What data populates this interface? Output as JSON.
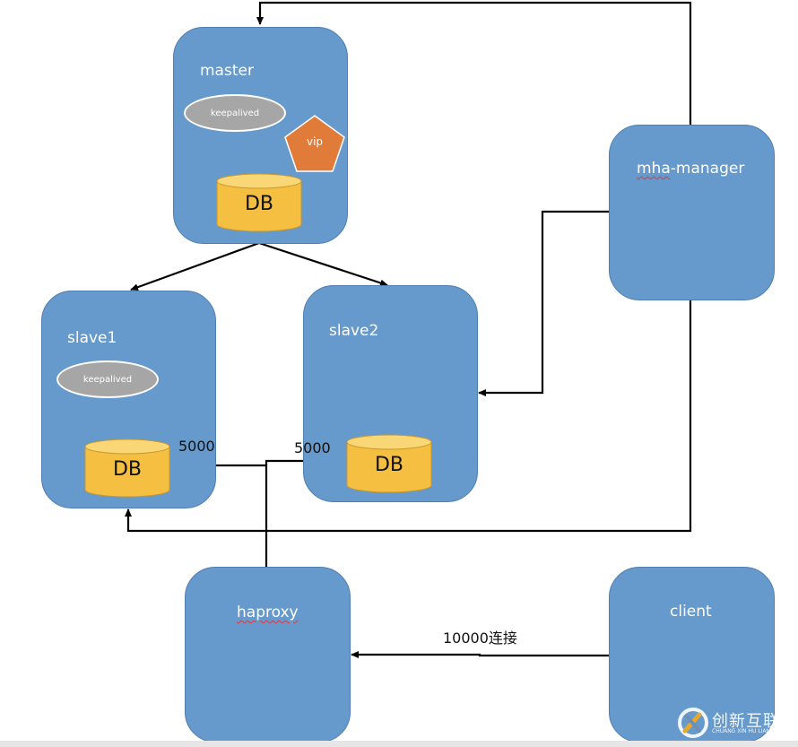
{
  "diagram": {
    "title": "MHA + keepalived + haproxy MySQL architecture",
    "nodes": {
      "master": {
        "label": "master",
        "keepalived": "keepalived",
        "vip": "vip",
        "db": "DB"
      },
      "slave1": {
        "label": "slave1",
        "keepalived": "keepalived",
        "db": "DB"
      },
      "slave2": {
        "label": "slave2",
        "db": "DB"
      },
      "mha_manager": {
        "label": "mha-manager"
      },
      "haproxy": {
        "label": "haproxy"
      },
      "client": {
        "label": "client"
      }
    },
    "edges": [
      {
        "from": "master",
        "to": "slave1",
        "label": ""
      },
      {
        "from": "master",
        "to": "slave2",
        "label": ""
      },
      {
        "from": "mha-manager",
        "to": "master",
        "label": ""
      },
      {
        "from": "mha-manager",
        "to": "slave2",
        "label": ""
      },
      {
        "from": "mha-manager",
        "to": "slave1",
        "label": ""
      },
      {
        "from": "haproxy",
        "to": "slave1.DB",
        "label": "5000"
      },
      {
        "from": "haproxy",
        "to": "slave2.DB",
        "label": "5000"
      },
      {
        "from": "client",
        "to": "haproxy",
        "label": "10000连接"
      }
    ],
    "edge_labels": {
      "slave1_conn": "5000",
      "slave2_conn": "5000",
      "client_conn": "10000连接"
    },
    "colors": {
      "node_fill": "#6699cc",
      "db_fill": "#f5c042",
      "vip_fill": "#e07b39",
      "keepalived_fill": "#a6a6a6",
      "line": "#000000"
    }
  },
  "watermark": {
    "text": "创新互联",
    "subtext": "CHUANG XIN HU LIAN"
  }
}
